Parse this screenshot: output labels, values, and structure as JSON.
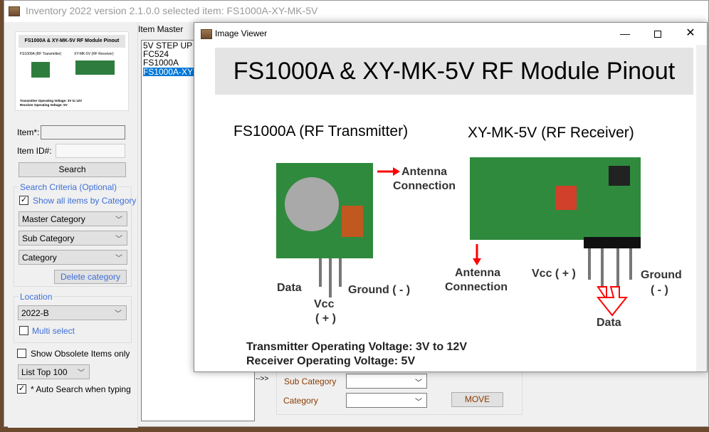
{
  "main_window": {
    "title": "Inventory 2022 version 2.1.0.0 selected item: FS1000A-XY-MK-5V"
  },
  "sidebar": {
    "thumbnail": {
      "title": "FS1000A & XY-MK-5V RF Module Pinout",
      "tx": "FS1000A (RF Transmitter)",
      "rx": "XY-MK-5V (RF Receiver)",
      "tx_voltage": "Transmitter Operating Voltage: 3V to 12V",
      "rx_voltage": "Receiver Operating Voltage: 5V"
    },
    "item_label": "Item*:",
    "item_value": "",
    "item_id_label": "Item ID#:",
    "item_id_value": "",
    "search_label": "Search",
    "criteria": {
      "title": "Search Criteria (Optional)",
      "show_all_label": "Show all items by Category",
      "show_all_checked": true,
      "master_category": "Master Category",
      "sub_category": "Sub Category",
      "category": "Category",
      "delete_label": "Delete category"
    },
    "location": {
      "title": "Location",
      "value": "2022-B",
      "multi_select_label": "Multi select",
      "multi_select_checked": false
    },
    "obsolete_label": "Show Obsolete Items only",
    "obsolete_checked": false,
    "list_top": "List Top 100",
    "auto_search_label": "* Auto Search when typing",
    "auto_search_checked": true
  },
  "item_master": {
    "title": "Item Master",
    "items": [
      "5V STEP UP",
      "FC524",
      "FS1000A",
      "FS1000A-XY"
    ],
    "selected_index": 3
  },
  "move_panel": {
    "arrow": "-->>",
    "sub_category_label": "Sub Category",
    "category_label": "Category",
    "move_label": "MOVE"
  },
  "viewer": {
    "title": "Image Viewer",
    "min_icon": "minimize-icon",
    "max_icon": "maximize-icon",
    "close_icon": "close-icon",
    "image": {
      "title": "FS1000A & XY-MK-5V RF Module Pinout",
      "tx_heading": "FS1000A (RF Transmitter)",
      "rx_heading": "XY-MK-5V (RF Receiver)",
      "antenna1": "Antenna",
      "antenna1b": "Connection",
      "antenna2": "Antenna",
      "antenna2b": "Connection",
      "tx_data": "Data",
      "tx_vcc": "Vcc",
      "tx_vcc_plus": "( + )",
      "tx_gnd": "Ground ( - )",
      "rx_vcc": "Vcc ( + )",
      "rx_gnd": "Ground",
      "rx_gnd_minus": "( - )",
      "rx_data": "Data",
      "tx_voltage": "Transmitter Operating Voltage: 3V to 12V",
      "rx_voltage": "Receiver Operating Voltage: 5V"
    }
  }
}
